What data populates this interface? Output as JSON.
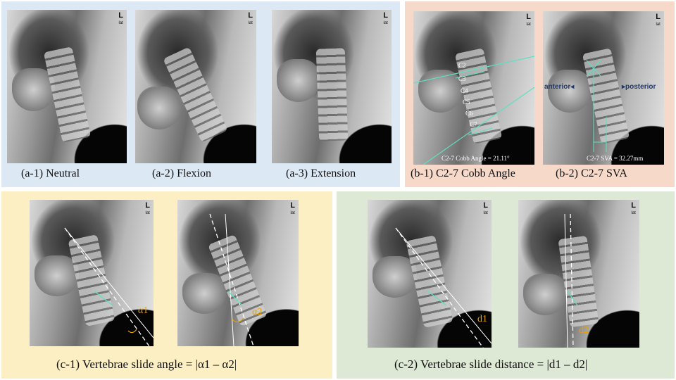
{
  "orientation_mark": {
    "letter": "L",
    "sub": "lat"
  },
  "panel_a": {
    "captions": [
      "(a-1) Neutral",
      "(a-2) Flexion",
      "(a-3) Extension"
    ]
  },
  "panel_b": {
    "captions": [
      "(b-1) C2-7 Cobb Angle",
      "(b-2) C2-7 SVA"
    ],
    "vertebra_labels": [
      "C2",
      "C3",
      "C4",
      "C5",
      "C6",
      "C7"
    ],
    "cobb_text": "C2-7 Cobb Angle = 21.11°",
    "sva_text": "C2-7 SVA = 32.27mm",
    "anterior_label": "anterior",
    "posterior_label": "posterior"
  },
  "panel_c1": {
    "caption": "(c-1) Vertebrae slide angle = |α1 – α2|",
    "angle_labels": [
      "α1",
      "α2"
    ]
  },
  "panel_c2": {
    "caption": "(c-2) Vertebrae slide distance = |d1 – d2|",
    "distance_labels": [
      "d1",
      "d2"
    ]
  },
  "colors": {
    "measure_line": "#5fe0c0",
    "annotation": "#e8a200",
    "dashed_line": "#ffffff"
  }
}
